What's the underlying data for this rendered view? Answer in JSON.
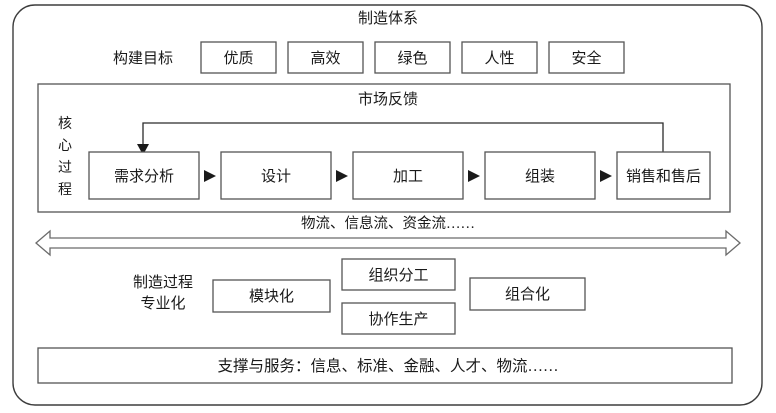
{
  "diagram": {
    "title": "制造体系",
    "goals": {
      "label": "构建目标",
      "items": [
        {
          "label": "优质"
        },
        {
          "label": "高效"
        },
        {
          "label": "绿色"
        },
        {
          "label": "人性"
        },
        {
          "label": "安全"
        }
      ]
    },
    "core_process": {
      "side_label": "核心过程",
      "header": "市场反馈",
      "steps": [
        {
          "label": "需求分析"
        },
        {
          "label": "设计"
        },
        {
          "label": "加工"
        },
        {
          "label": "组装"
        },
        {
          "label": "销售和售后"
        }
      ],
      "feedback_arrow_name": "market-feedback-loop"
    },
    "flows": {
      "label": "物流、信息流、资金流……"
    },
    "specialization": {
      "label_line1": "制造过程",
      "label_line2": "专业化",
      "items": [
        {
          "label": "模块化"
        },
        {
          "label": "组织分工"
        },
        {
          "label": "协作生产"
        },
        {
          "label": "组合化"
        }
      ]
    },
    "support": {
      "label": "支撑与服务：信息、标准、金融、人才、物流……"
    },
    "colors": {
      "background": "#ffffff",
      "frame_stroke": "#3d3d3d",
      "box_stroke": "#555555",
      "text": "#1a1a1a",
      "arrow": "#1a1a1a",
      "flow_arrow_stroke": "#6b6b6b"
    }
  }
}
